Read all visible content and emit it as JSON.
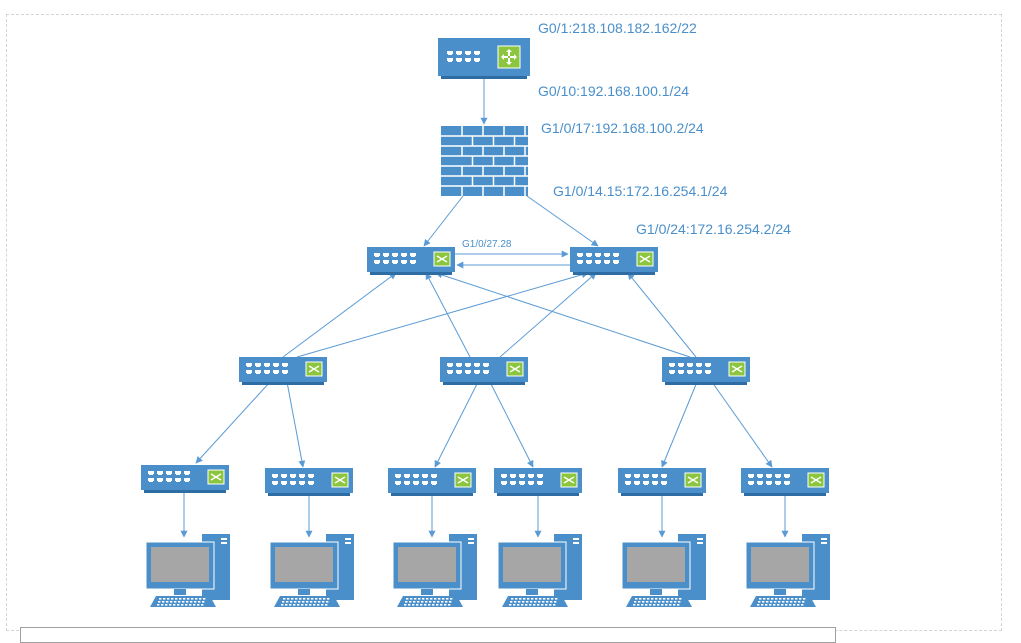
{
  "diagram": {
    "labels": {
      "router_wan": "G0/1:218.108.182.162/22",
      "router_lan": "G0/10:192.168.100.1/24",
      "firewall_up": "G1/0/17:192.168.100.2/24",
      "firewall_down": "G1/0/14.15:172.16.254.1/24",
      "core_b_up": "G1/0/24:172.16.254.2/24",
      "core_link": "G1/0/27.28"
    },
    "colors": {
      "device_blue": "#4a8fca",
      "device_dark": "#2e6da4",
      "switch_badge": "#8cc63f",
      "line": "#5b9bd5",
      "label": "#4a8fca",
      "screen": "#a6a6a6"
    },
    "nodes": [
      {
        "id": "router",
        "type": "router",
        "icon": "router-icon"
      },
      {
        "id": "firewall",
        "type": "firewall",
        "icon": "firewall-icon"
      },
      {
        "id": "core-a",
        "type": "switch",
        "icon": "switch-icon"
      },
      {
        "id": "core-b",
        "type": "switch",
        "icon": "switch-icon"
      },
      {
        "id": "dist-1",
        "type": "switch",
        "icon": "switch-icon"
      },
      {
        "id": "dist-2",
        "type": "switch",
        "icon": "switch-icon"
      },
      {
        "id": "dist-3",
        "type": "switch",
        "icon": "switch-icon"
      },
      {
        "id": "acc-1",
        "type": "switch",
        "icon": "switch-icon"
      },
      {
        "id": "acc-2",
        "type": "switch",
        "icon": "switch-icon"
      },
      {
        "id": "acc-3",
        "type": "switch",
        "icon": "switch-icon"
      },
      {
        "id": "acc-4",
        "type": "switch",
        "icon": "switch-icon"
      },
      {
        "id": "acc-5",
        "type": "switch",
        "icon": "switch-icon"
      },
      {
        "id": "acc-6",
        "type": "switch",
        "icon": "switch-icon"
      },
      {
        "id": "pc-1",
        "type": "pc",
        "icon": "computer-icon"
      },
      {
        "id": "pc-2",
        "type": "pc",
        "icon": "computer-icon"
      },
      {
        "id": "pc-3",
        "type": "pc",
        "icon": "computer-icon"
      },
      {
        "id": "pc-4",
        "type": "pc",
        "icon": "computer-icon"
      },
      {
        "id": "pc-5",
        "type": "pc",
        "icon": "computer-icon"
      },
      {
        "id": "pc-6",
        "type": "pc",
        "icon": "computer-icon"
      }
    ],
    "links": [
      {
        "from": "router",
        "to": "firewall"
      },
      {
        "from": "firewall",
        "to": "core-a"
      },
      {
        "from": "firewall",
        "to": "core-b"
      },
      {
        "from": "core-a",
        "to": "core-b"
      },
      {
        "from": "core-b",
        "to": "core-a"
      },
      {
        "from": "dist-1",
        "to": "core-a"
      },
      {
        "from": "dist-1",
        "to": "core-b"
      },
      {
        "from": "dist-2",
        "to": "core-a"
      },
      {
        "from": "dist-2",
        "to": "core-b"
      },
      {
        "from": "dist-3",
        "to": "core-a"
      },
      {
        "from": "dist-3",
        "to": "core-b"
      },
      {
        "from": "dist-1",
        "to": "acc-1"
      },
      {
        "from": "dist-1",
        "to": "acc-2"
      },
      {
        "from": "dist-2",
        "to": "acc-3"
      },
      {
        "from": "dist-2",
        "to": "acc-4"
      },
      {
        "from": "dist-3",
        "to": "acc-5"
      },
      {
        "from": "dist-3",
        "to": "acc-6"
      },
      {
        "from": "acc-1",
        "to": "pc-1"
      },
      {
        "from": "acc-2",
        "to": "pc-2"
      },
      {
        "from": "acc-3",
        "to": "pc-3"
      },
      {
        "from": "acc-4",
        "to": "pc-4"
      },
      {
        "from": "acc-5",
        "to": "pc-5"
      },
      {
        "from": "acc-6",
        "to": "pc-6"
      }
    ]
  }
}
